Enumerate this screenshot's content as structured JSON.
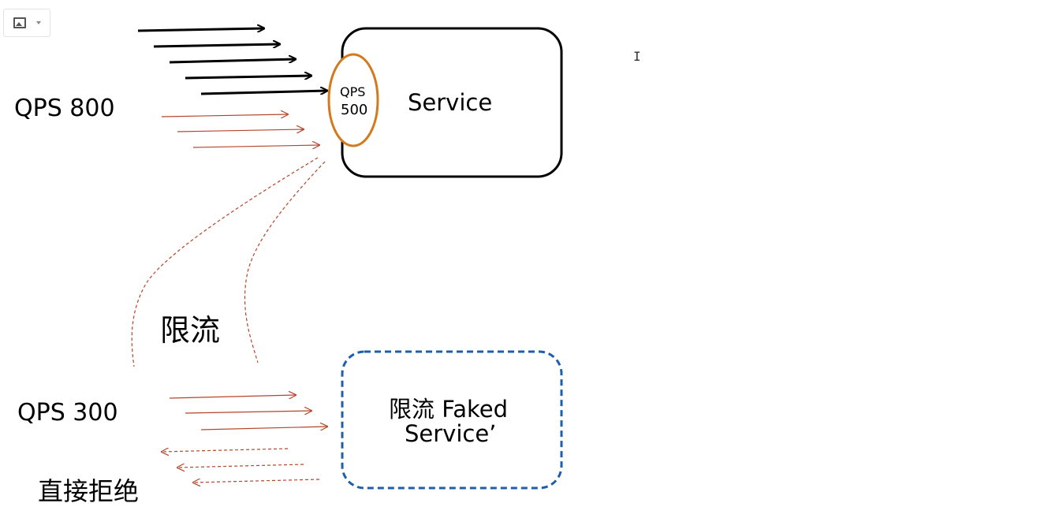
{
  "toolbar": {
    "image_button_icon": "image-icon",
    "dropdown_icon": "caret-down-icon"
  },
  "diagram": {
    "service_label": "Service",
    "limit_top": "QPS",
    "limit_bottom": "500",
    "incoming_label": "QPS 800",
    "rate_limit_label": "限流",
    "limited_qps_label": "QPS 300",
    "reject_label": "直接拒绝",
    "faked_line1": "限流 Faked",
    "faked_line2": "Service’"
  },
  "colors": {
    "black_arrow": "#000000",
    "red_arrow": "#b5452a",
    "limit_ellipse": "#d37a1f",
    "faked_box": "#1f5faa"
  }
}
